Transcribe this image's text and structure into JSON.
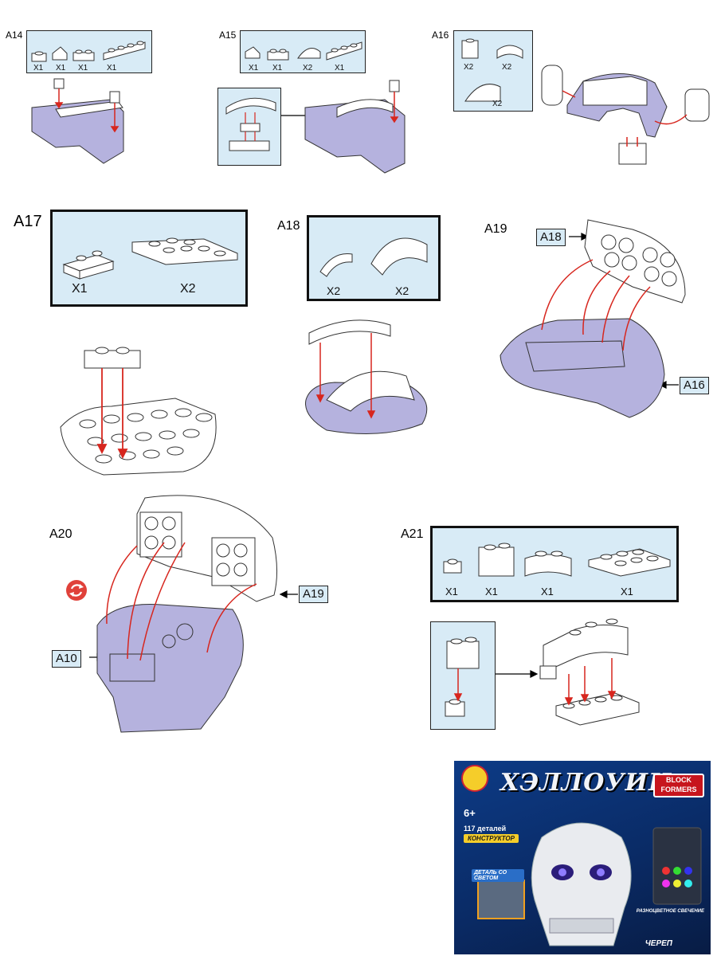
{
  "steps": {
    "a14": {
      "label": "A14",
      "qty": [
        "X1",
        "X1",
        "X1",
        "X1"
      ]
    },
    "a15": {
      "label": "A15",
      "qty": [
        "X1",
        "X1",
        "X2",
        "X1"
      ]
    },
    "a16": {
      "label": "A16",
      "qty": [
        "X2",
        "X2",
        "X2"
      ]
    },
    "a17": {
      "label": "A17",
      "qty": [
        "X1",
        "X2"
      ]
    },
    "a18": {
      "label": "A18",
      "qty": [
        "X2",
        "X2"
      ]
    },
    "a19": {
      "label": "A19",
      "callouts": [
        "A18",
        "A16"
      ]
    },
    "a20": {
      "label": "A20",
      "callouts": [
        "A19",
        "A10"
      ]
    },
    "a21": {
      "label": "A21",
      "qty": [
        "X1",
        "X1",
        "X1",
        "X1"
      ]
    }
  },
  "colors": {
    "part_purple": "#b5b2de",
    "box_blue": "#d8ebf6",
    "arrow_red": "#d7261e",
    "rotate_red": "#e0413a"
  },
  "cover": {
    "title": "ХЭЛЛОУИН",
    "brand_line1": "BLOCK",
    "brand_line2": "FORMERS",
    "age": "6+",
    "pieces": "117 деталей",
    "kit": "КОНСТРУКТОР",
    "light_part": "ДЕТАЛЬ СО СВЕТОМ",
    "rgb_glow": "РАЗНОЦВЕТНОЕ СВЕЧЕНИЕ",
    "model_name": "ЧЕРЕП"
  }
}
